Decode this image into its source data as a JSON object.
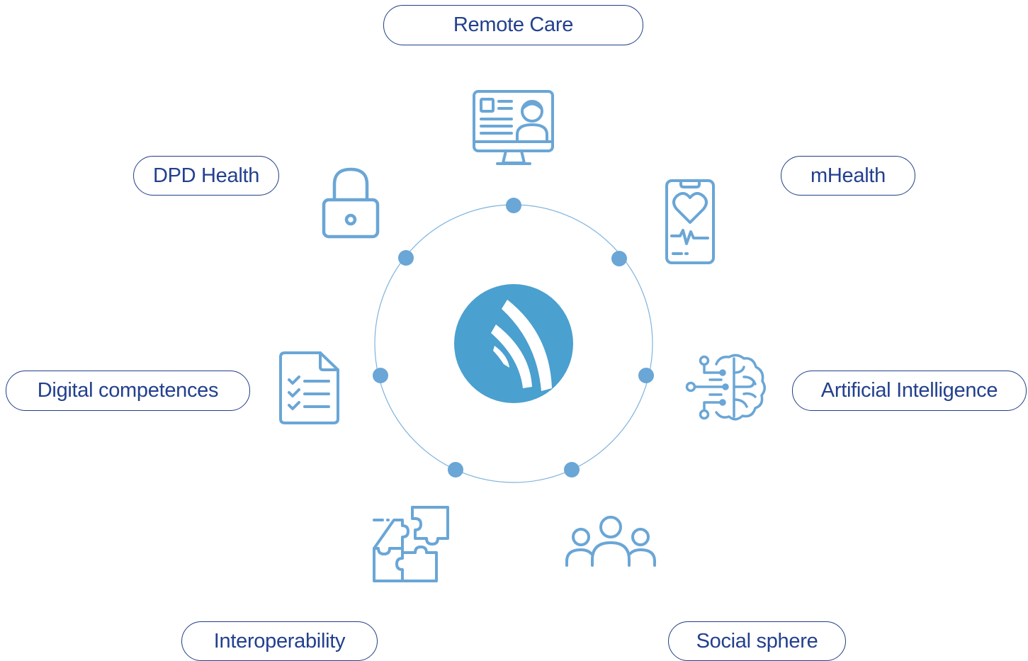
{
  "nodes": {
    "remote_care": "Remote Care",
    "dpd_health": "DPD Health",
    "mhealth": "mHealth",
    "digital_competences": "Digital competences",
    "artificial_intelligence": "Artificial Intelligence",
    "interoperability": "Interoperability",
    "social_sphere": "Social sphere"
  },
  "icons": {
    "remote_care": "video-consultation-icon",
    "dpd_health": "padlock-icon",
    "mhealth": "smartphone-heart-icon",
    "digital_competences": "checklist-document-icon",
    "artificial_intelligence": "circuit-brain-icon",
    "interoperability": "puzzle-pieces-icon",
    "social_sphere": "people-group-icon",
    "center": "signal-logo-icon"
  },
  "colors": {
    "label_border": "#1f3f86",
    "label_text": "#23408e",
    "icon_stroke": "#6aa6d6",
    "ring": "#7fb3dd",
    "dots": "#6aa6d6",
    "center_circle": "#4aa0cf"
  }
}
